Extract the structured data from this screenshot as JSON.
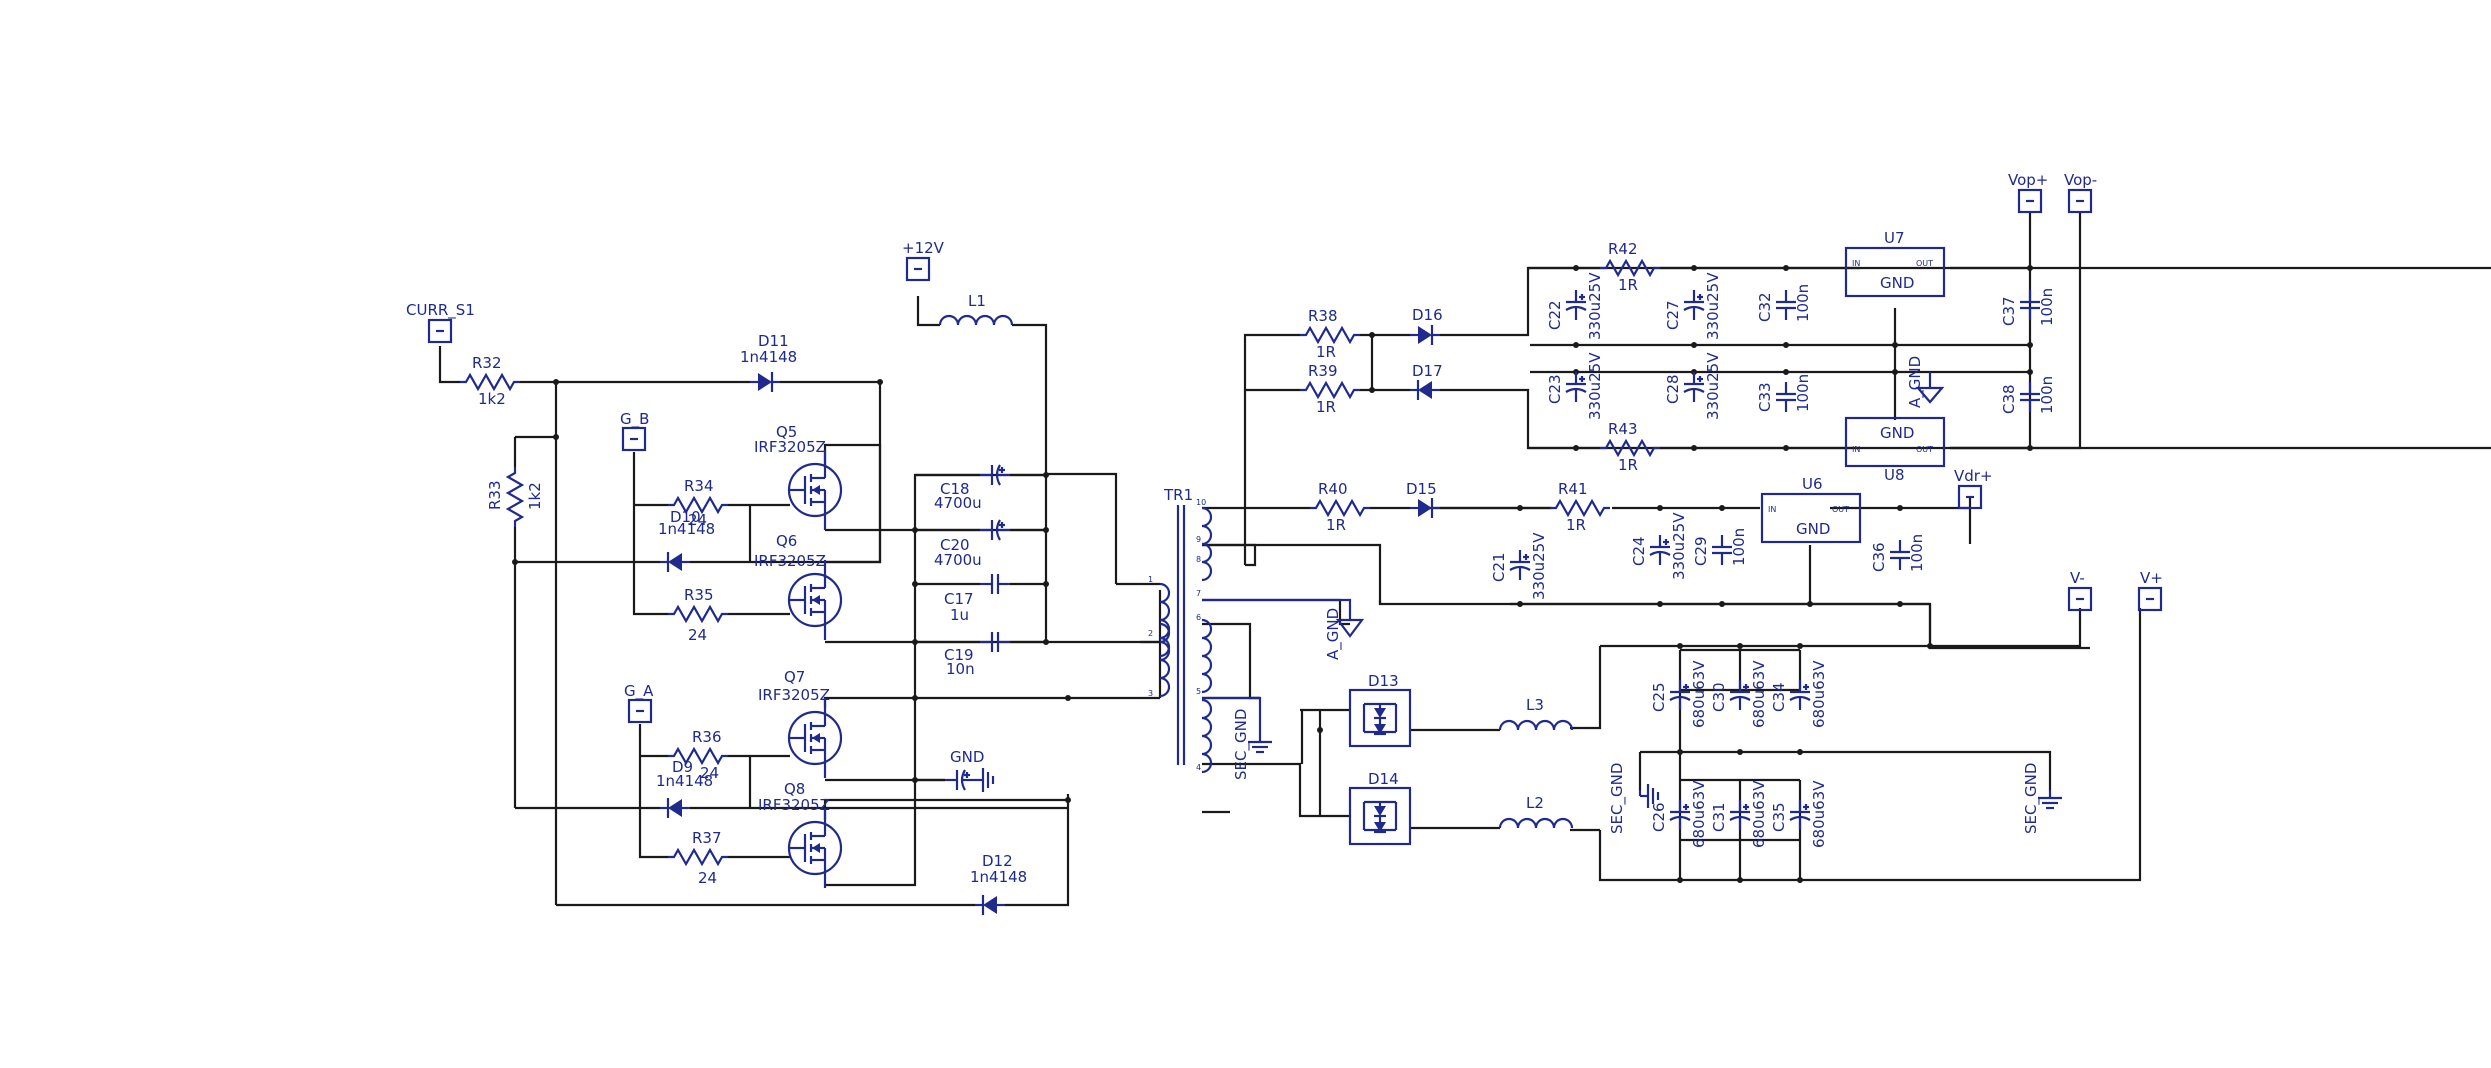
{
  "ports": {
    "curr_s1": "CURR_S1",
    "p12v": "+12V",
    "g_b": "G_B",
    "g_a": "G_A",
    "vop_plus": "Vop+",
    "vop_minus": "Vop-",
    "vdr_plus": "Vdr+",
    "v_minus": "V-",
    "v_plus": "V+",
    "pin1": "1"
  },
  "grounds": {
    "gnd": "GND",
    "a_gnd": "A_GND",
    "sec_gnd": "SEC_GND"
  },
  "pin_numbers": {
    "p1": "1",
    "p2": "2",
    "p3": "3",
    "p4": "4",
    "p5": "5",
    "p6": "6",
    "p7": "7",
    "p8": "8",
    "p9": "9",
    "p10": "10"
  },
  "regulator_text": {
    "in": "IN",
    "out": "OUT",
    "gnd": "GND"
  },
  "components": {
    "r32": {
      "ref": "R32",
      "value": "1k2"
    },
    "r33": {
      "ref": "R33",
      "value": "1k2"
    },
    "r34": {
      "ref": "R34",
      "value": "24"
    },
    "r35": {
      "ref": "R35",
      "value": "24"
    },
    "r36": {
      "ref": "R36",
      "value": "24"
    },
    "r37": {
      "ref": "R37",
      "value": "24"
    },
    "r38": {
      "ref": "R38",
      "value": "1R"
    },
    "r39": {
      "ref": "R39",
      "value": "1R"
    },
    "r40": {
      "ref": "R40",
      "value": "1R"
    },
    "r41": {
      "ref": "R41",
      "value": "1R"
    },
    "r42": {
      "ref": "R42",
      "value": "1R"
    },
    "r43": {
      "ref": "R43",
      "value": "1R"
    },
    "d9": {
      "ref": "D9",
      "value": "1n4148"
    },
    "d10": {
      "ref": "D10",
      "value": "1n4148"
    },
    "d11": {
      "ref": "D11",
      "value": "1n4148"
    },
    "d12": {
      "ref": "D12",
      "value": "1n4148"
    },
    "d13": {
      "ref": "D13"
    },
    "d14": {
      "ref": "D14"
    },
    "d15": {
      "ref": "D15"
    },
    "d16": {
      "ref": "D16"
    },
    "d17": {
      "ref": "D17"
    },
    "q5": {
      "ref": "Q5",
      "value": "IRF3205Z"
    },
    "q6": {
      "ref": "Q6",
      "value": "IRF3205Z"
    },
    "q7": {
      "ref": "Q7",
      "value": "IRF3205Z"
    },
    "q8": {
      "ref": "Q8",
      "value": "IRF3205Z"
    },
    "c17": {
      "ref": "C17",
      "value": "1u"
    },
    "c18": {
      "ref": "C18",
      "value": "4700u"
    },
    "c19": {
      "ref": "C19",
      "value": "10n"
    },
    "c20": {
      "ref": "C20",
      "value": "4700u"
    },
    "c21": {
      "ref": "C21",
      "value": "330u25V"
    },
    "c22": {
      "ref": "C22",
      "value": "330u25V"
    },
    "c23": {
      "ref": "C23",
      "value": "330u25V"
    },
    "c24": {
      "ref": "C24",
      "value": "330u25V"
    },
    "c25": {
      "ref": "C25",
      "value": "680u63V"
    },
    "c26": {
      "ref": "C26",
      "value": "680u63V"
    },
    "c27": {
      "ref": "C27",
      "value": "330u25V"
    },
    "c28": {
      "ref": "C28",
      "value": "330u25V"
    },
    "c29": {
      "ref": "C29",
      "value": "100n"
    },
    "c30": {
      "ref": "C30",
      "value": "680u63V"
    },
    "c31": {
      "ref": "C31",
      "value": "680u63V"
    },
    "c32": {
      "ref": "C32",
      "value": "100n"
    },
    "c33": {
      "ref": "C33",
      "value": "100n"
    },
    "c34": {
      "ref": "C34",
      "value": "680u63V"
    },
    "c35": {
      "ref": "C35",
      "value": "680u63V"
    },
    "c36": {
      "ref": "C36",
      "value": "100n"
    },
    "c37": {
      "ref": "C37",
      "value": "100n"
    },
    "c38": {
      "ref": "C38",
      "value": "100n"
    },
    "l1": {
      "ref": "L1"
    },
    "l2": {
      "ref": "L2"
    },
    "l3": {
      "ref": "L3"
    },
    "tr1": {
      "ref": "TR1"
    },
    "u6": {
      "ref": "U6"
    },
    "u7": {
      "ref": "U7"
    },
    "u8": {
      "ref": "U8"
    }
  },
  "colors": {
    "symbol": "#1f2a8c",
    "wire": "#1a1a1a",
    "background": "#ffffff"
  }
}
